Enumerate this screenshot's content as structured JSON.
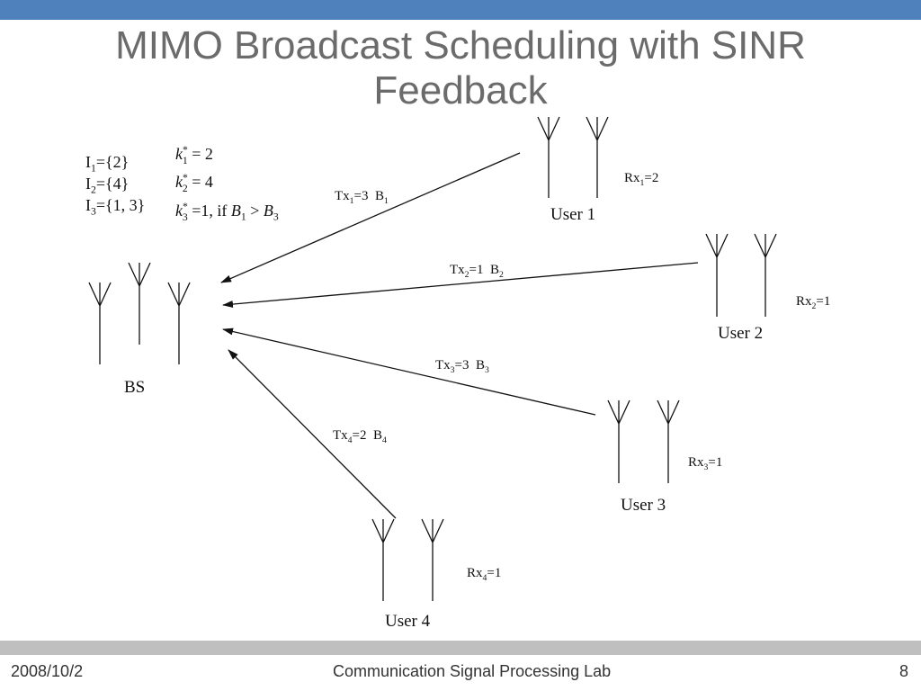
{
  "slide": {
    "title_line1": "MIMO Broadcast Scheduling with SINR",
    "title_line2": "Feedback"
  },
  "sets": [
    {
      "lhs": "I",
      "sub": "1",
      "rhs": "={2}"
    },
    {
      "lhs": "I",
      "sub": "2",
      "rhs": "={4}"
    },
    {
      "lhs": "I",
      "sub": "3",
      "rhs": "={1, 3}"
    }
  ],
  "assignments": [
    {
      "var": "k",
      "sub": "1",
      "sup": "*",
      "rhs": " = 2"
    },
    {
      "var": "k",
      "sub": "2",
      "sup": "*",
      "rhs": " = 4"
    },
    {
      "var": "k",
      "sub": "3",
      "sup": "*",
      "rhs": " =1,  if ",
      "cond_a": "B",
      "cond_a_sub": "1",
      "cond_op": " > ",
      "cond_b": "B",
      "cond_b_sub": "3"
    }
  ],
  "nodes": {
    "bs": "BS",
    "user1": "User 1",
    "user2": "User 2",
    "user3": "User 3",
    "user4": "User 4"
  },
  "links": [
    {
      "tx": "Tx",
      "tx_sub": "1",
      "tx_val": "=3",
      "b": "B",
      "b_sub": "1"
    },
    {
      "tx": "Tx",
      "tx_sub": "2",
      "tx_val": "=1",
      "b": "B",
      "b_sub": "2"
    },
    {
      "tx": "Tx",
      "tx_sub": "3",
      "tx_val": "=3",
      "b": "B",
      "b_sub": "3"
    },
    {
      "tx": "Tx",
      "tx_sub": "4",
      "tx_val": "=2",
      "b": "B",
      "b_sub": "4"
    }
  ],
  "receivers": [
    {
      "rx": "Rx",
      "sub": "1",
      "val": "=2"
    },
    {
      "rx": "Rx",
      "sub": "2",
      "val": "=1"
    },
    {
      "rx": "Rx",
      "sub": "3",
      "val": "=1"
    },
    {
      "rx": "Rx",
      "sub": "4",
      "val": "=1"
    }
  ],
  "footer": {
    "date": "2008/10/2",
    "lab": "Communication Signal Processing Lab",
    "page": "8"
  },
  "colors": {
    "top_bar": "#4f81bd",
    "bottom_bar": "#bfbfbf",
    "title": "#6b6b6b"
  }
}
